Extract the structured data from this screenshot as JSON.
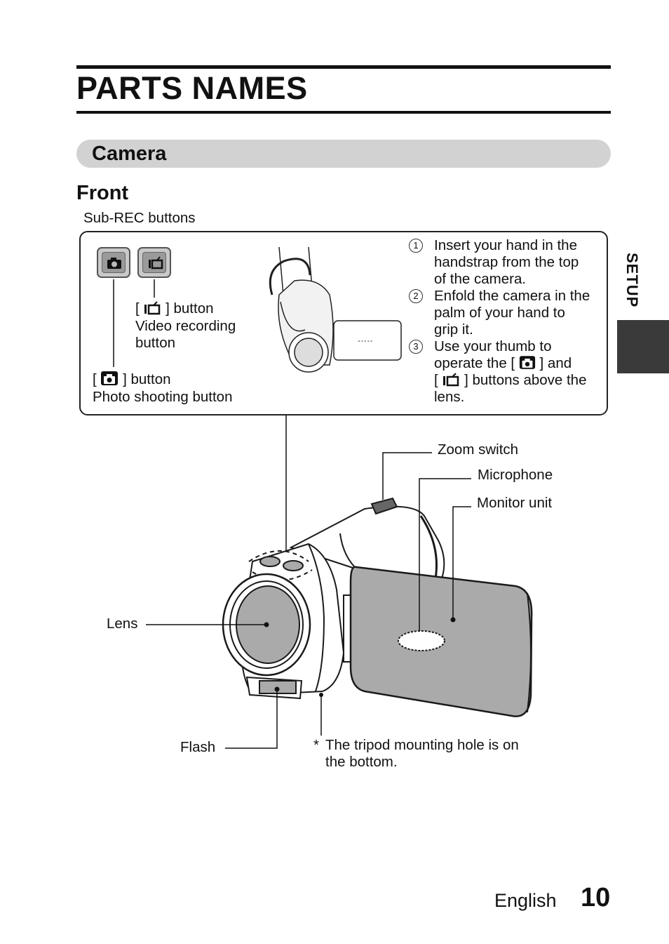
{
  "header": {
    "title": "PARTS NAMES"
  },
  "section": {
    "title": "Camera"
  },
  "subsection": {
    "title": "Front"
  },
  "callout": {
    "sub_rec_label": "Sub-REC buttons",
    "video_button": {
      "bracket_open": "[",
      "bracket_close": "] button",
      "line2": "Video recording",
      "line3": "button"
    },
    "photo_button": {
      "bracket_open": "[",
      "bracket_close": "] button",
      "line2": "Photo shooting button"
    },
    "steps": [
      {
        "num": "1",
        "lines": [
          "Insert your hand in the",
          "handstrap from the top",
          "of the camera."
        ]
      },
      {
        "num": "2",
        "lines": [
          "Enfold the camera in the",
          "palm of your hand to",
          "grip it."
        ]
      },
      {
        "num": "3",
        "line1": "Use your thumb to",
        "line2_pre": "operate the [",
        "line2_post": "] and",
        "line3_pre": "[",
        "line3_post": "] buttons above the",
        "line4": "lens."
      }
    ]
  },
  "labels": {
    "zoom_switch": "Zoom switch",
    "microphone": "Microphone",
    "monitor_unit": "Monitor unit",
    "lens": "Lens",
    "flash": "Flash",
    "tripod_mark": "*",
    "tripod_line1": "The tripod mounting hole is on",
    "tripod_line2": "the bottom."
  },
  "side_tab": {
    "label": "SETUP"
  },
  "footer": {
    "language": "English",
    "page": "10"
  },
  "icons": [
    "photo-camera-icon",
    "video-camera-icon",
    "circled-number-icon"
  ]
}
